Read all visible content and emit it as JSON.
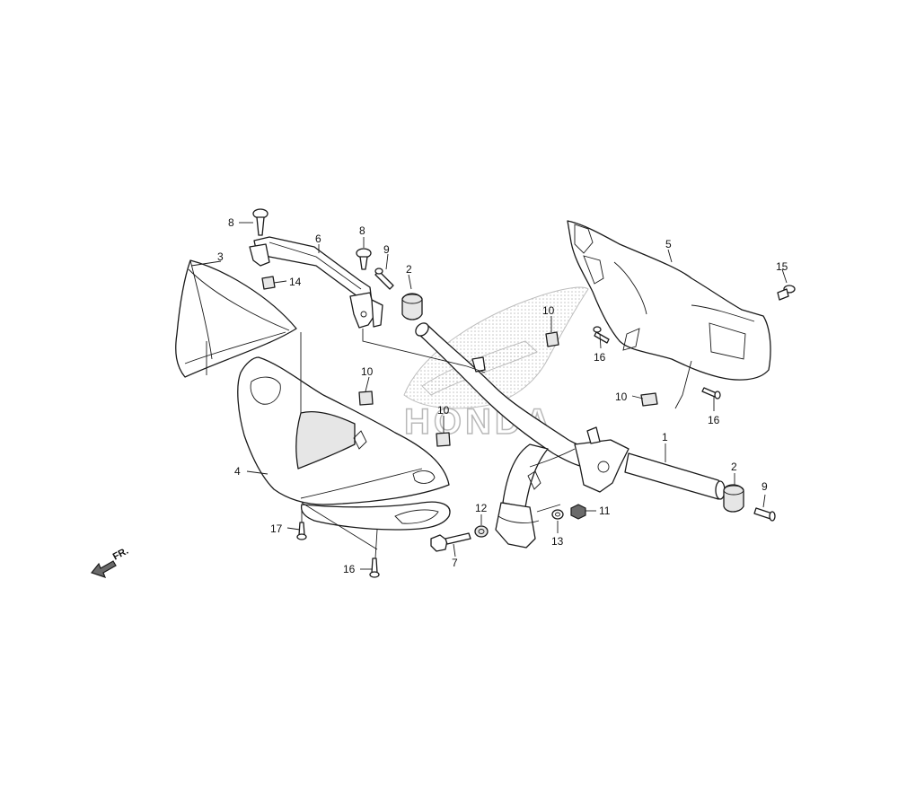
{
  "diagram": {
    "watermark_text": "HONDA",
    "direction_label": "FR.",
    "callouts": [
      {
        "id": "c1",
        "label": "1"
      },
      {
        "id": "c2a",
        "label": "2"
      },
      {
        "id": "c2b",
        "label": "2"
      },
      {
        "id": "c3",
        "label": "3"
      },
      {
        "id": "c4",
        "label": "4"
      },
      {
        "id": "c5",
        "label": "5"
      },
      {
        "id": "c6",
        "label": "6"
      },
      {
        "id": "c7",
        "label": "7"
      },
      {
        "id": "c8a",
        "label": "8"
      },
      {
        "id": "c8b",
        "label": "8"
      },
      {
        "id": "c9a",
        "label": "9"
      },
      {
        "id": "c9b",
        "label": "9"
      },
      {
        "id": "c10a",
        "label": "10"
      },
      {
        "id": "c10b",
        "label": "10"
      },
      {
        "id": "c10c",
        "label": "10"
      },
      {
        "id": "c10d",
        "label": "10"
      },
      {
        "id": "c11",
        "label": "11"
      },
      {
        "id": "c12",
        "label": "12"
      },
      {
        "id": "c13",
        "label": "13"
      },
      {
        "id": "c14",
        "label": "14"
      },
      {
        "id": "c15",
        "label": "15"
      },
      {
        "id": "c16a",
        "label": "16"
      },
      {
        "id": "c16b",
        "label": "16"
      },
      {
        "id": "c16c",
        "label": "16"
      },
      {
        "id": "c17",
        "label": "17"
      }
    ]
  }
}
